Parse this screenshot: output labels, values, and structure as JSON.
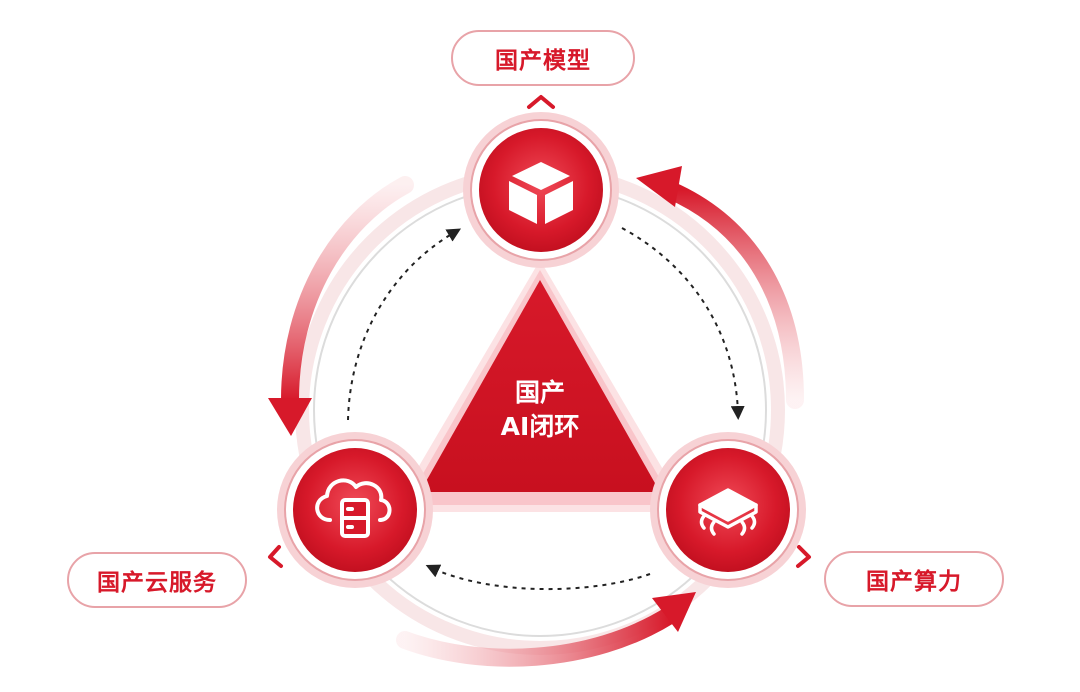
{
  "diagram": {
    "nodes": [
      {
        "id": "model",
        "label": "国产模型",
        "icon": "cube-icon"
      },
      {
        "id": "cloud",
        "label": "国产云服务",
        "icon": "cloud-server-icon"
      },
      {
        "id": "compute",
        "label": "国产算力",
        "icon": "chip-icon"
      }
    ],
    "center": {
      "line1": "国产",
      "line2": "AI闭环"
    },
    "colors": {
      "primary": "#d7192a",
      "light": "#f6c7cb",
      "border": "#e8a3a8",
      "ring": "#dcdcdc"
    }
  }
}
